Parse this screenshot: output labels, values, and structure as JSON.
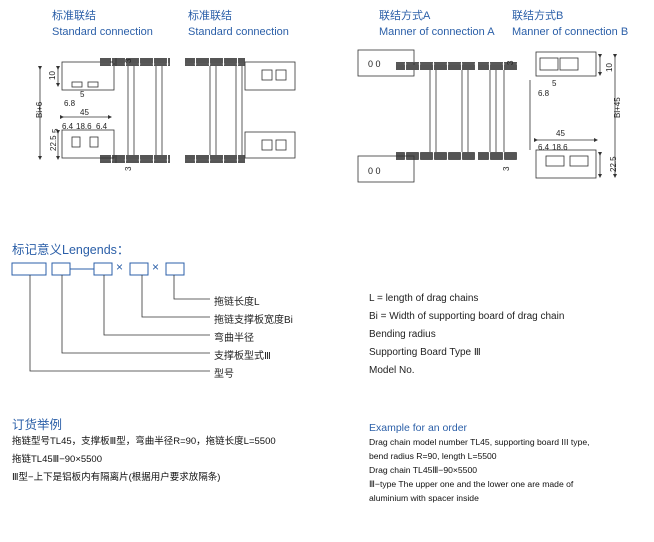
{
  "headers": {
    "h1": {
      "zh": "标准联结",
      "en": "Standard connection"
    },
    "h2": {
      "zh": "标准联结",
      "en": "Standard connection"
    },
    "h3": {
      "zh": "联结方式A",
      "en": "Manner of connection A"
    },
    "h4": {
      "zh": "联结方式B",
      "en": "Manner of connection B"
    }
  },
  "drawing": {
    "d1": {
      "h10": "10",
      "d5": "5",
      "d6_8": "6.8",
      "d45": "45",
      "d6_4": "6.4",
      "d18_6": "18.6",
      "d6_4b": "6.4",
      "d22_5": "22.5",
      "d5b": "5",
      "bi6": "Bi+6",
      "d3a": "3",
      "d3b": "3"
    },
    "d4": {
      "d10": "10",
      "d5": "5",
      "d6_8": "6.8",
      "d45": "45",
      "d6_4": "6.4",
      "d18_6": "18.6",
      "d22_5": "22.5",
      "bi45": "Bi+45",
      "d3a": "3",
      "d3b": "3"
    },
    "slot_text": "0 0"
  },
  "legend": {
    "title": "标记意义Lengends：",
    "x_sign": "×",
    "items_zh": [
      "拖链长度L",
      "拖链支撑板宽度Bi",
      "弯曲半径",
      "支撑板型式Ⅲ",
      "型号"
    ],
    "items_en": [
      "L = length of drag chains",
      "Bi = Width of supporting board of drag chain",
      "Bending radius",
      "Supporting Board Type Ⅲ",
      "Model No."
    ]
  },
  "order": {
    "title_zh": "订货举例",
    "lines_zh": [
      "拖链型号TL45，支撑板Ⅲ型，弯曲半径R=90，拖链长度L=5500",
      "拖链TL45Ⅲ−90×5500",
      "Ⅲ型−上下是铝板内有隔离片(根据用户要求放隔条)"
    ],
    "title_en": "Example for an order",
    "lines_en": [
      "Drag chain model number TL45, supporting board III type,",
      "bend radius R=90, length L=5500",
      "Drag chain TL45Ⅲ−90×5500",
      "Ⅲ−type The upper one and the lower one are made of",
      "aluminium with spacer inside"
    ]
  },
  "colors": {
    "accent": "#2b5fa8",
    "line": "#333333"
  }
}
